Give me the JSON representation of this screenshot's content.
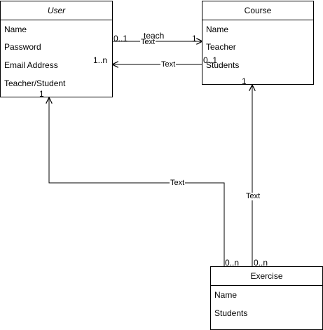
{
  "classes": {
    "user": {
      "title": "User",
      "attributes": [
        "Name",
        "Password",
        "Email Address",
        "Teacher/Student"
      ]
    },
    "course": {
      "title": "Course",
      "attributes": [
        "Name",
        "Teacher",
        "Students"
      ]
    },
    "exercise": {
      "title": "Exercise",
      "attributes": [
        "Name",
        "Students"
      ]
    }
  },
  "edges": {
    "user_to_course": {
      "label": "Text",
      "name": "teach",
      "source_mult": "0..1",
      "target_mult": "1"
    },
    "course_to_user": {
      "label": "Text",
      "source_mult": "0..1",
      "target_mult": "1..n"
    },
    "exercise_to_user": {
      "label": "Text",
      "source_mult": "0..n",
      "target_mult": "1"
    },
    "exercise_to_course": {
      "label": "Text",
      "source_mult": "0..n",
      "target_mult": "1"
    }
  }
}
